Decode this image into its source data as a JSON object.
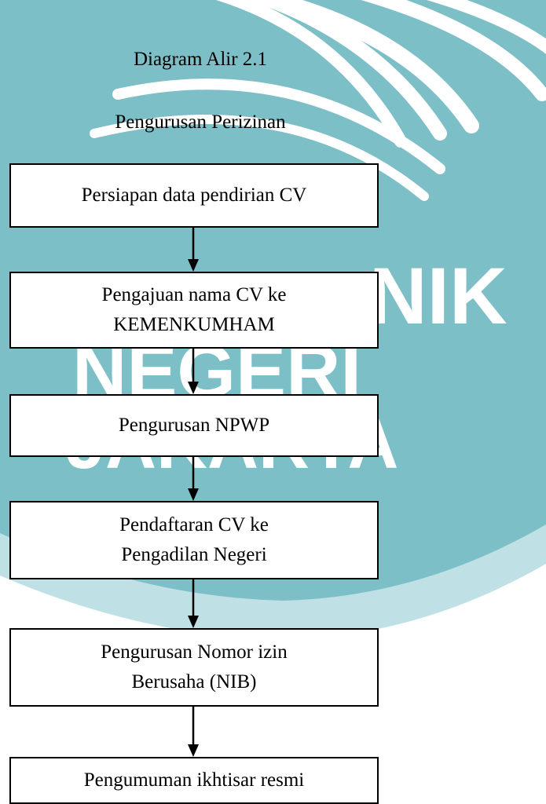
{
  "title": "Diagram Alir 2.1",
  "subtitle": "Pengurusan Perizinan",
  "steps": [
    {
      "line1": "Persiapan data pendirian CV",
      "line2": ""
    },
    {
      "line1": "Pengajuan nama CV ke",
      "line2": "KEMENKUMHAM"
    },
    {
      "line1": "Pengurusan NPWP",
      "line2": ""
    },
    {
      "line1": "Pendaftaran CV ke",
      "line2": "Pengadilan Negeri"
    },
    {
      "line1": "Pengurusan Nomor izin",
      "line2": "Berusaha (NIB)"
    },
    {
      "line1": "Pengumuman ikhtisar resmi",
      "line2": ""
    }
  ],
  "watermark": {
    "words": [
      "NIK",
      "NEGERI",
      "JAKARTA"
    ],
    "color": "#7dbfc7"
  },
  "colors": {
    "stroke": "#000000",
    "box_fill": "#ffffff"
  }
}
